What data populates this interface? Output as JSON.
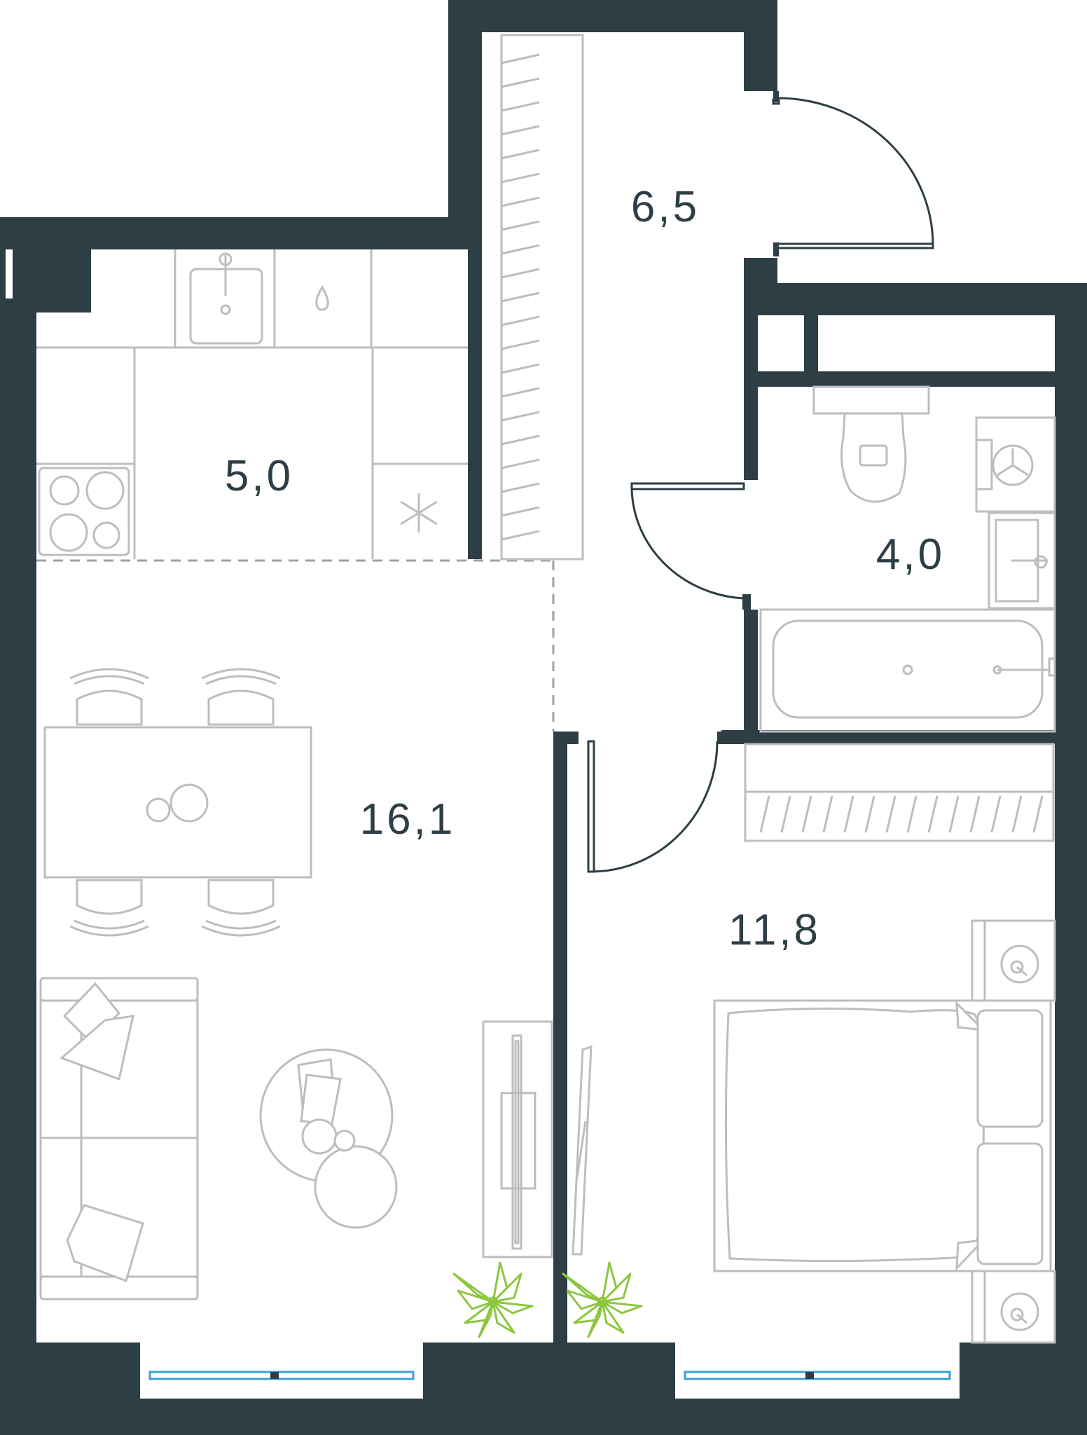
{
  "colors": {
    "wall": "#2d3e45",
    "furniture": "#bdbdbd",
    "plant": "#8cc63f",
    "window_glass": "#3aa0d8",
    "label": "#2d3e45"
  },
  "rooms": [
    {
      "id": "hall",
      "area": "6,5"
    },
    {
      "id": "kitchen",
      "area": "5,0"
    },
    {
      "id": "bathroom",
      "area": "4,0"
    },
    {
      "id": "living",
      "area": "16,1"
    },
    {
      "id": "bedroom",
      "area": "11,8"
    }
  ]
}
